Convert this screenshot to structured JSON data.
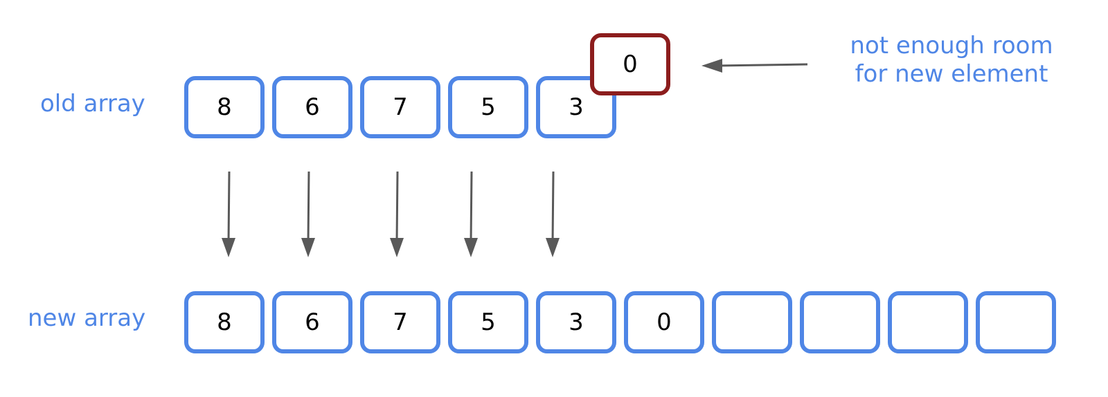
{
  "labels": {
    "old_array": "old array",
    "new_array": "new array",
    "note_line1": "not enough room",
    "note_line2": "for new element"
  },
  "old_array": [
    "8",
    "6",
    "7",
    "5",
    "3"
  ],
  "incoming_element": "0",
  "new_array": [
    "8",
    "6",
    "7",
    "5",
    "3",
    "0",
    "",
    "",
    "",
    ""
  ],
  "colors": {
    "array_border": "#4f86e6",
    "incoming_border": "#8c1d1d",
    "label_text": "#4f86e6",
    "arrow": "#595959"
  }
}
